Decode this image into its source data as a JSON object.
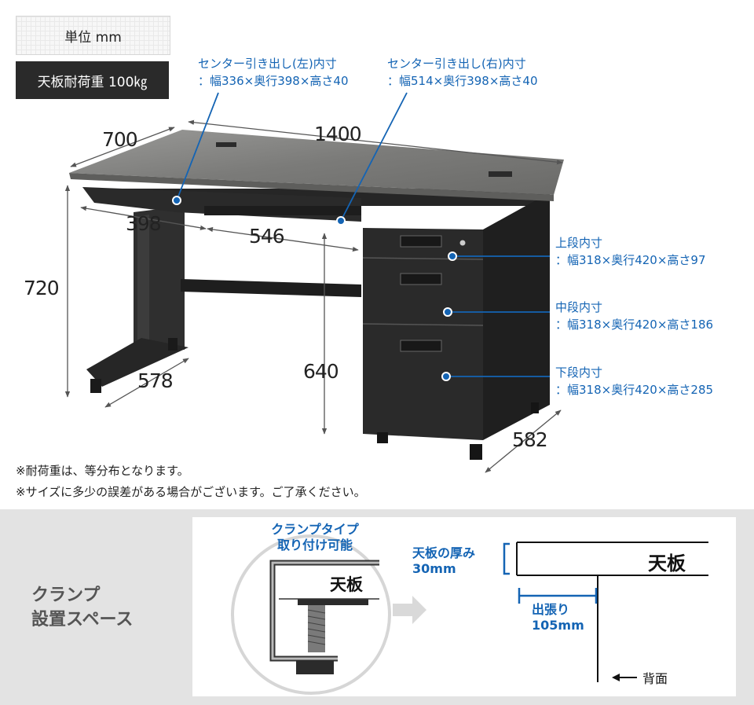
{
  "unit_label": "単位 mm",
  "load_label": "天板耐荷重 100㎏",
  "callouts": {
    "center_left": [
      "センター引き出し(左)内寸",
      "：幅336×奥行398×高さ40"
    ],
    "center_right": [
      "センター引き出し(右)内寸",
      "：幅514×奥行398×高さ40"
    ],
    "upper": [
      "上段内寸",
      "：幅318×奥行420×高さ97"
    ],
    "middle": [
      "中段内寸",
      "：幅318×奥行420×高さ186"
    ],
    "lower": [
      "下段内寸",
      "：幅318×奥行420×高さ285"
    ]
  },
  "dimensions": {
    "depth": "700",
    "width": "1400",
    "left_drawer": "398",
    "right_drawer": "546",
    "height": "720",
    "leg_depth": "578",
    "knee_height": "640",
    "pedestal_depth": "582"
  },
  "notes": [
    "※耐荷重は、等分布となります。",
    "※サイズに多少の誤差がある場合がございます。ご了承ください。"
  ],
  "clamp": {
    "section_title_1": "クランプ",
    "section_title_2": "設置スペース",
    "type_line1": "クランプタイプ",
    "type_line2": "取り付け可能",
    "tenban": "天板",
    "thickness_label": "天板の厚み",
    "thickness_value": "30mm",
    "overhang_label": "出張り",
    "overhang_value": "105mm",
    "back_label": "背面"
  },
  "colors": {
    "accent_blue": "#1464b4",
    "desk_body": "#2b2b2b",
    "top_gray": "#8c8c8a"
  }
}
